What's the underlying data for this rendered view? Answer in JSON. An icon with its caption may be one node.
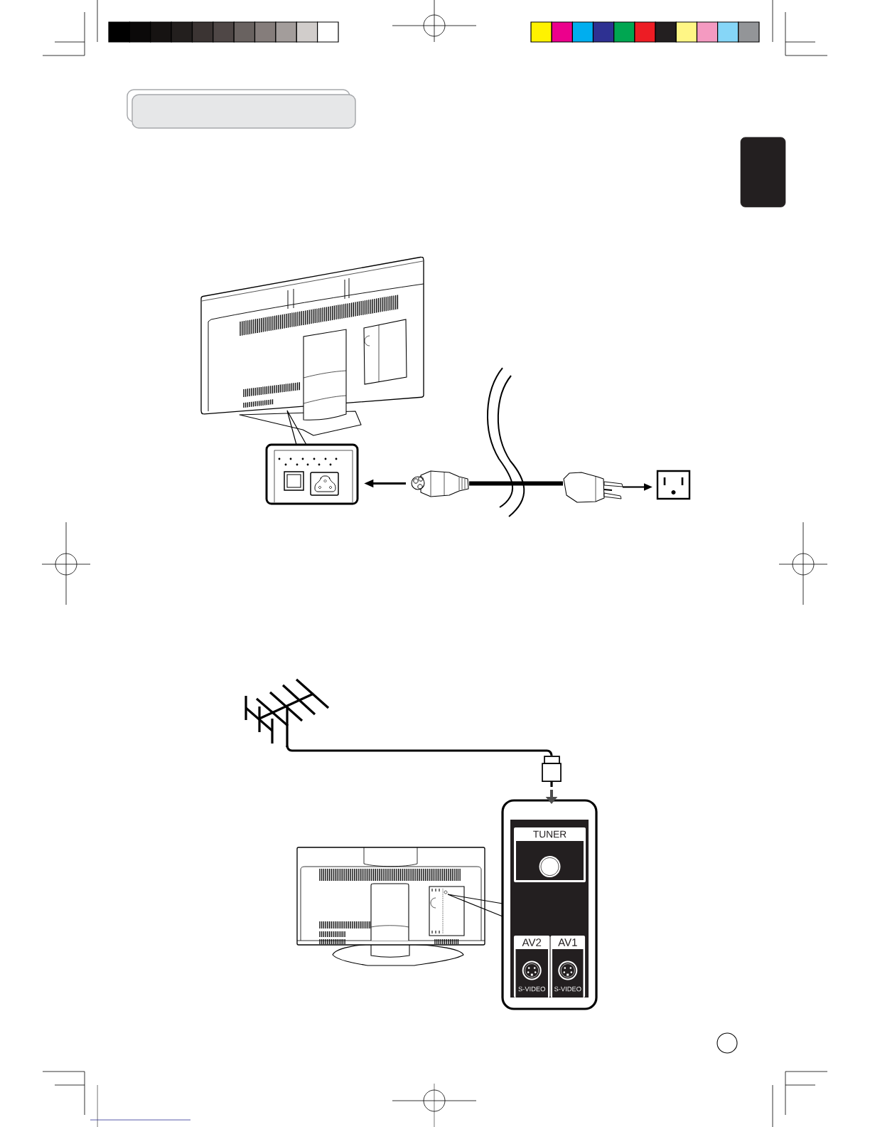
{
  "diagram": {
    "nodes": [
      {
        "text": [],
        "shape": "box"
      },
      {
        "text": [],
        "shape": "picture"
      },
      {
        "text": [],
        "shape": "box"
      },
      {
        "text": [],
        "shape": "picture"
      },
      {
        "text": [],
        "shape": "picture"
      },
      {
        "text": [],
        "shape": "box"
      },
      {
        "text": [],
        "shape": "picture"
      },
      {
        "text": [],
        "shape": "picture"
      },
      {
        "text": [],
        "shape": "picture"
      },
      {
        "text": [],
        "shape": "box",
        "in": 8
      },
      {
        "text": [],
        "shape": "box"
      },
      {
        "text": [
          "TUNER"
        ],
        "in": 10
      },
      {
        "text": [
          "AV2",
          "S-VIDEO"
        ],
        "in": 10
      },
      {
        "text": [
          "AV1",
          "S-VIDEO"
        ],
        "in": 10
      }
    ],
    "edges": [
      {
        "from": 1,
        "to": 2,
        "arrow": "none"
      },
      {
        "from": 3,
        "to": 2,
        "arrow": "to"
      },
      {
        "from": 3,
        "to": 4,
        "arrow": "none",
        "style": "thick"
      },
      {
        "from": 4,
        "to": 5,
        "arrow": "to"
      },
      {
        "from": 6,
        "to": 7,
        "arrow": "none"
      },
      {
        "from": 7,
        "to": 10,
        "arrow": "to",
        "color": "#4d4d4d"
      },
      {
        "from": 9,
        "to": 10,
        "arrow": "none"
      }
    ]
  }
}
